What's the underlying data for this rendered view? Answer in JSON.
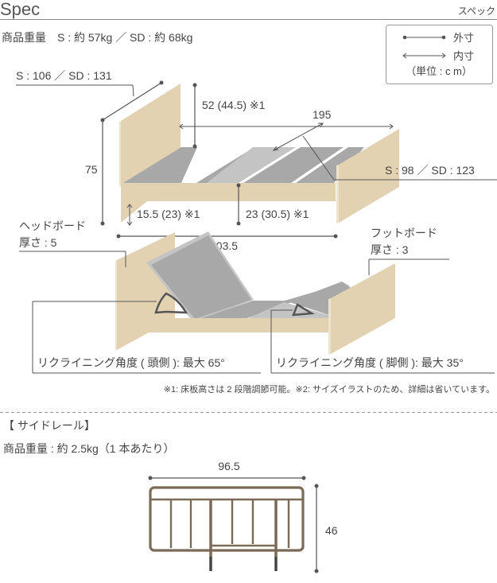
{
  "header": {
    "title": "Spec",
    "subtitle": "スペック"
  },
  "bed": {
    "weight": "商品重量　S : 約 57kg ／ SD : 約 68kg",
    "width_outer": "S : 106 ／ SD : 131",
    "headboard_height": "52 (44.5) ※1",
    "inner_length": "195",
    "total_height": "75",
    "under_clearance": "15.5 (23) ※1",
    "floor_height": "23 (30.5) ※1",
    "width_inner": "S : 98 ／ SD : 123",
    "total_length": "203.5"
  },
  "legend": {
    "outer": "外寸",
    "inner": "内寸",
    "unit": "（単位 : c m）"
  },
  "recline": {
    "headboard_label": "ヘッドボード",
    "headboard_thickness": "厚さ : 5",
    "footboard_label": "フットボード",
    "footboard_thickness": "厚さ : 3",
    "head_angle": "リクライニング角度 ( 頭側 ): 最大 65°",
    "foot_angle": "リクライニング角度 ( 脚側 ): 最大 35°",
    "note": "※1: 床板高さは 2 段階調節可能。※2: サイズイラストのため、詳細は省いています。"
  },
  "side_rail": {
    "heading": "【 サイドレール】",
    "weight": "商品重量 : 約 2.5kg（1 本あたり）",
    "width": "96.5",
    "height": "46"
  }
}
